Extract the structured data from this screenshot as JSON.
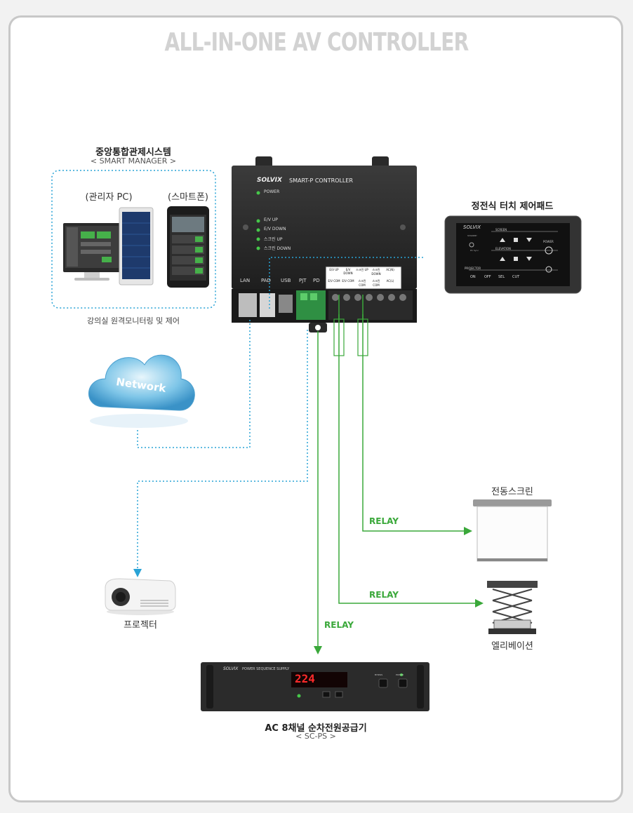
{
  "title": "ALL-IN-ONE AV CONTROLLER",
  "smart_manager": {
    "title": "중앙통합관제시스템",
    "subtitle": "< SMART MANAGER >",
    "pc_label": "(관리자 PC)",
    "phone_label": "(스마트폰)",
    "caption": "강의실 원격모니터링 및 제어"
  },
  "network": {
    "label": "Network"
  },
  "controller": {
    "brand": "SOLVIX",
    "model": "SMART-P CONTROLLER",
    "indicators": [
      "POWER",
      "E/V UP",
      "E/V DOWN",
      "스크린 UP",
      "스크린 DOWN"
    ],
    "ports": [
      "LAN",
      "PAD",
      "USB",
      "PJT",
      "PD"
    ],
    "terminals_top": [
      "E/V UP",
      "E/V DOWN",
      "스크린 UP",
      "스크린 DOWN",
      "AC(N)"
    ],
    "terminals_bottom": [
      "E/V COM",
      "E/V COM",
      "스크린 COM",
      "스크린 COM",
      "AC(L)"
    ]
  },
  "touch_pad": {
    "label": "정전식 터치 제어패드",
    "brand": "SOLVIX",
    "sections": [
      "SCREEN",
      "ELEVATION",
      "PROJECTOR"
    ],
    "standby": "STANDBY",
    "pc_label": "PC Sync",
    "power": "POWER",
    "buttons": [
      "ON",
      "OFF",
      "SEL",
      "CUT"
    ]
  },
  "screen": {
    "label": "전동스크린"
  },
  "elevation": {
    "label": "엘리베이션"
  },
  "projector": {
    "label": "프로젝터"
  },
  "power_supply": {
    "label": "AC 8채널 순차전원공급기",
    "subtitle": "< SC-PS >",
    "brand": "SOLVIX",
    "model": "POWER SEQUENCE SUPPLY",
    "display": "224",
    "buttons": [
      "BYPASS",
      "POWER"
    ]
  },
  "relays": [
    "RELAY",
    "RELAY",
    "RELAY"
  ],
  "colors": {
    "relay_line": "#3aa83a",
    "network_line": "#29a3d6",
    "title": "#d2d2d2"
  }
}
